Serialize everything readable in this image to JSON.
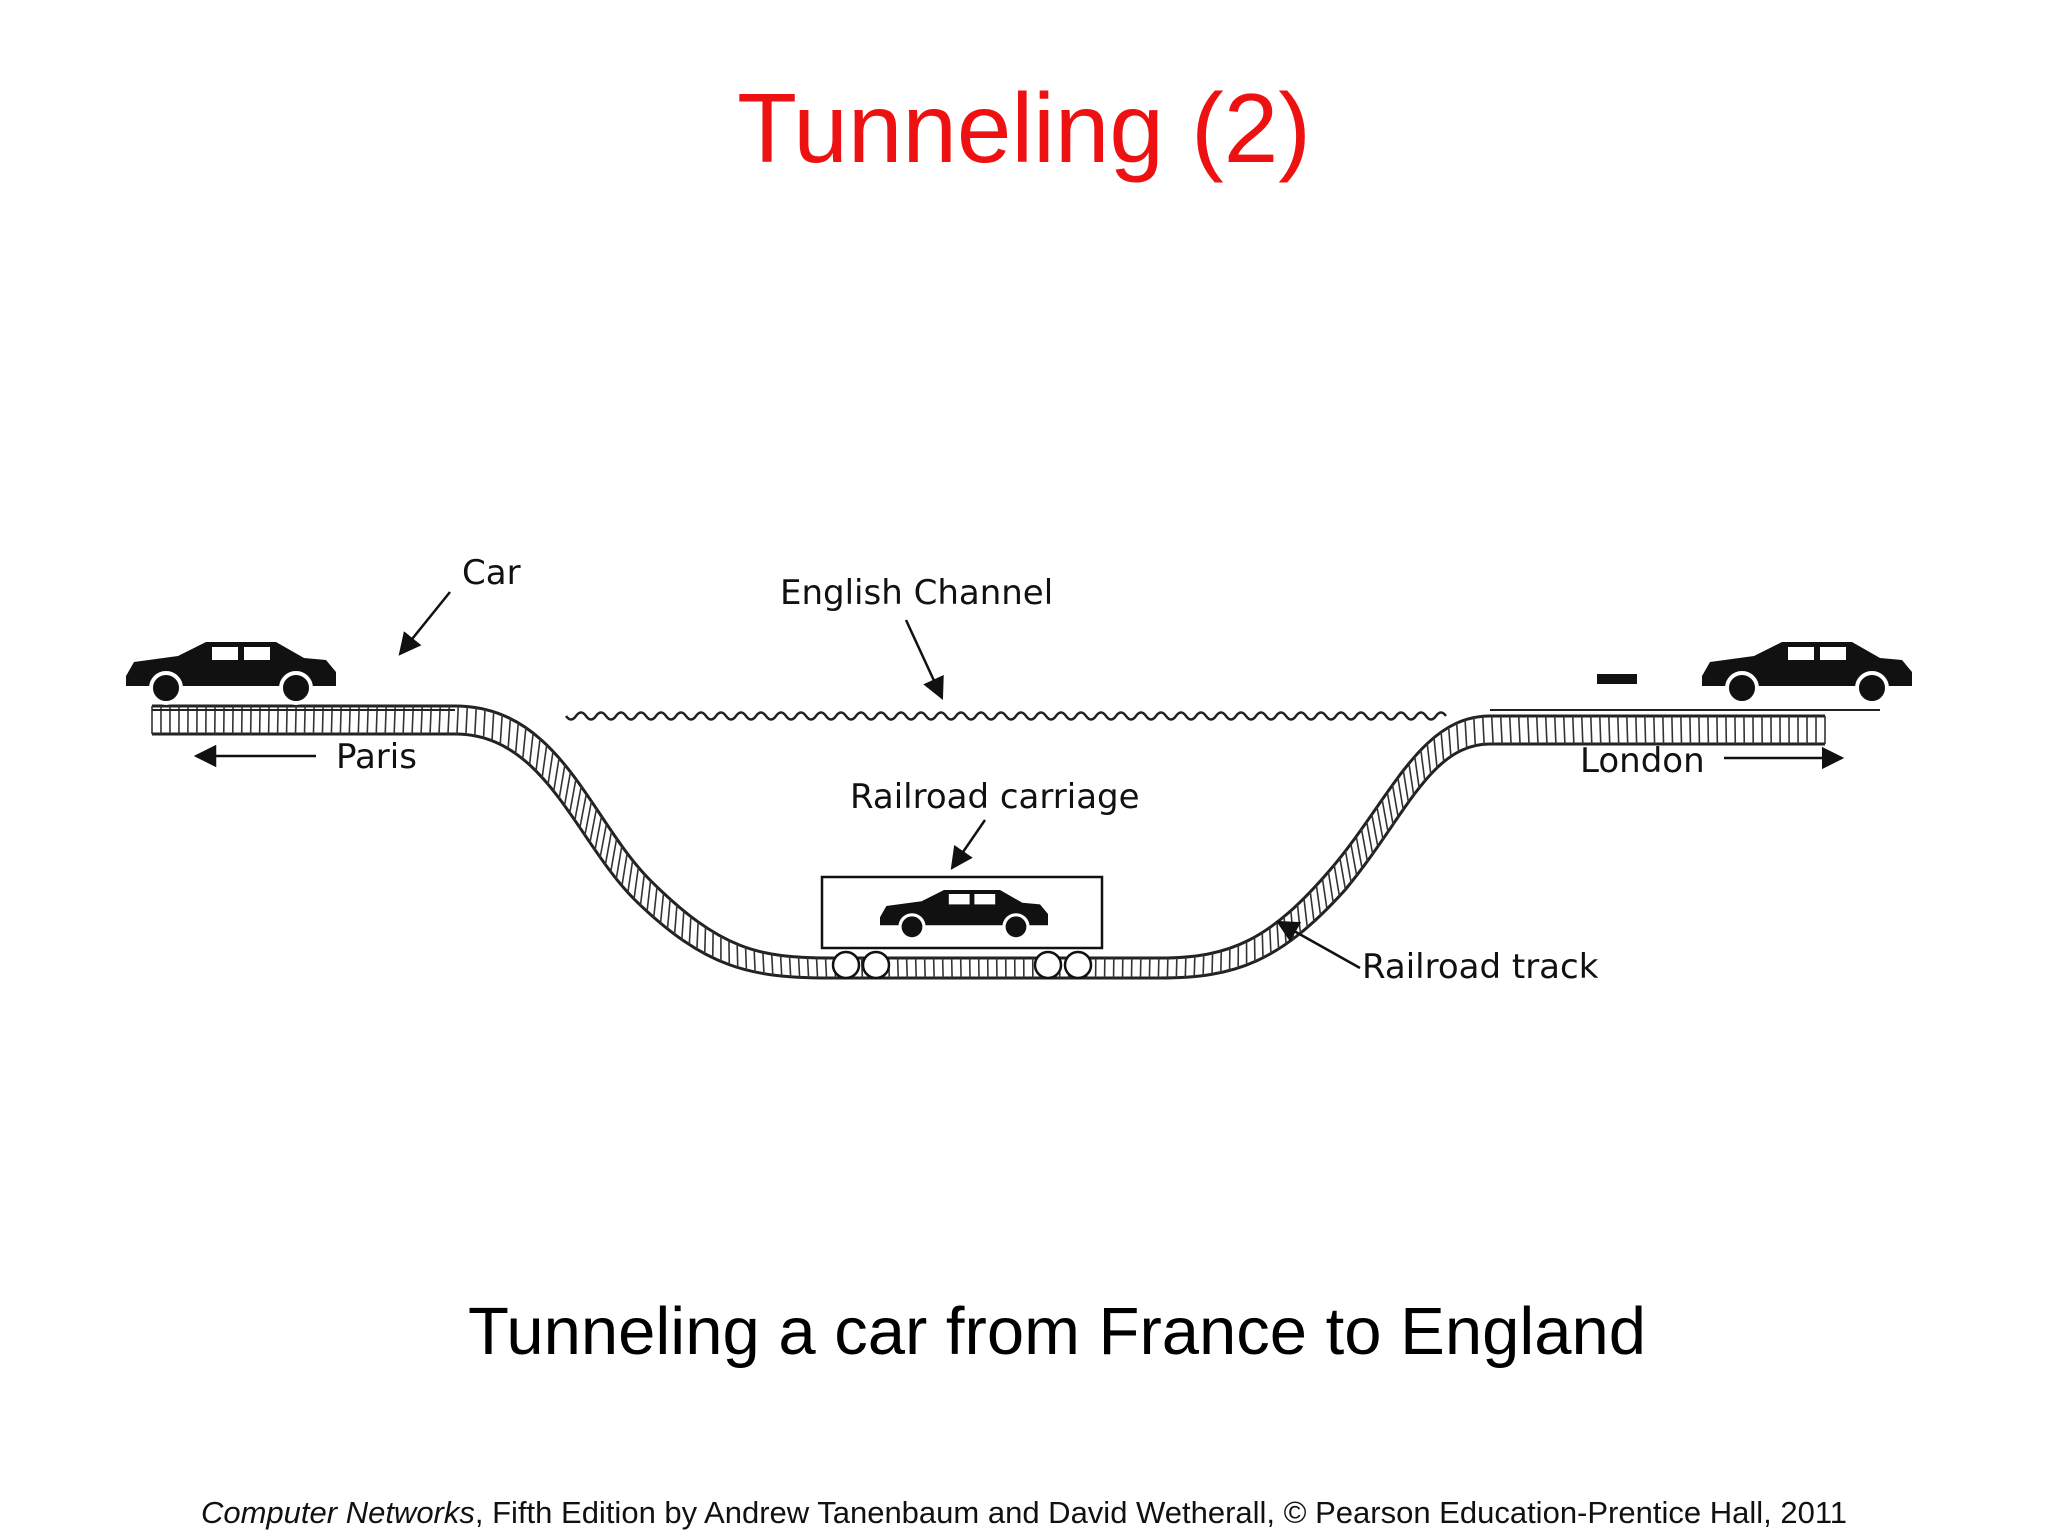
{
  "slide": {
    "title": "Tunneling (2)",
    "caption": "Tunneling a car from France to England",
    "footer": {
      "book_title": "Computer Networks",
      "rest": ", Fifth Edition by Andrew Tanenbaum and David Wetherall, © Pearson Education-Prentice Hall, 2011"
    }
  },
  "diagram": {
    "labels": {
      "car": "Car",
      "channel": "English Channel",
      "paris": "Paris",
      "london": "London",
      "carriage": "Railroad carriage",
      "track": "Railroad track"
    },
    "colors": {
      "title": "#ee1111",
      "ink": "#111111"
    }
  }
}
